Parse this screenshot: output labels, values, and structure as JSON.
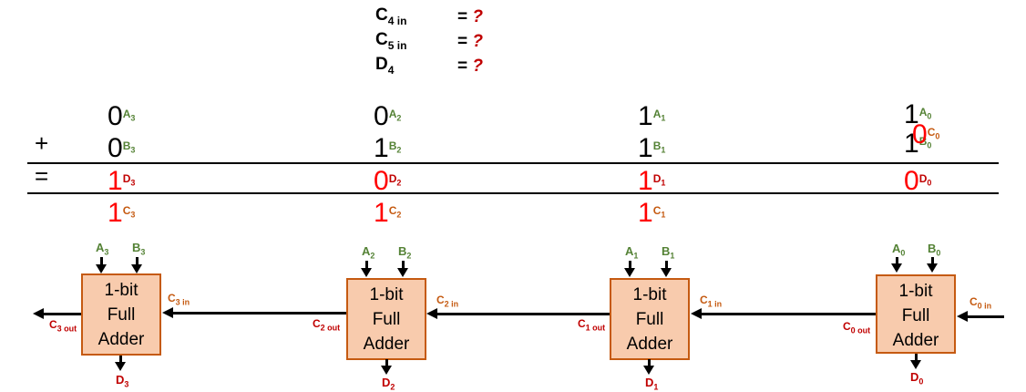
{
  "questions": [
    {
      "base": "C",
      "sub": "4 in",
      "eq": "=",
      "value": "?"
    },
    {
      "base": "C",
      "sub": "5 in",
      "eq": "=",
      "value": "?"
    },
    {
      "base": "D",
      "sub": "4",
      "eq": "=",
      "value": "?"
    }
  ],
  "operators": {
    "plus": "+",
    "equals": "="
  },
  "columns": [
    {
      "a": "0",
      "a_tag": "A",
      "a_sub": "3",
      "b": "0",
      "b_tag": "B",
      "b_sub": "3",
      "d": "1",
      "d_tag": "D",
      "d_sub": "3",
      "c": "1",
      "c_tag": "C",
      "c_sub": "3"
    },
    {
      "a": "0",
      "a_tag": "A",
      "a_sub": "2",
      "b": "1",
      "b_tag": "B",
      "b_sub": "2",
      "d": "0",
      "d_tag": "D",
      "d_sub": "2",
      "c": "1",
      "c_tag": "C",
      "c_sub": "2"
    },
    {
      "a": "1",
      "a_tag": "A",
      "a_sub": "1",
      "b": "1",
      "b_tag": "B",
      "b_sub": "1",
      "d": "1",
      "d_tag": "D",
      "d_sub": "1",
      "c": "1",
      "c_tag": "C",
      "c_sub": "1"
    },
    {
      "a": "1",
      "a_tag": "A",
      "a_sub": "0",
      "b": "1",
      "b_tag": "B",
      "b_sub": "0",
      "d": "0",
      "d_tag": "D",
      "d_sub": "0",
      "c": "0",
      "c_tag": "C",
      "c_sub": "0"
    }
  ],
  "adders": [
    {
      "line1": "1-bit",
      "line2": "Full",
      "line3": "Adder",
      "a": "A",
      "a_sub": "3",
      "b": "B",
      "b_sub": "3",
      "cin": "C",
      "cin_sub": "3 in",
      "cout": "C",
      "cout_sub": "3 out",
      "d": "D",
      "d_sub": "3"
    },
    {
      "line1": "1-bit",
      "line2": "Full",
      "line3": "Adder",
      "a": "A",
      "a_sub": "2",
      "b": "B",
      "b_sub": "2",
      "cin": "C",
      "cin_sub": "2 in",
      "cout": "C",
      "cout_sub": "2 out",
      "d": "D",
      "d_sub": "2"
    },
    {
      "line1": "1-bit",
      "line2": "Full",
      "line3": "Adder",
      "a": "A",
      "a_sub": "1",
      "b": "B",
      "b_sub": "1",
      "cin": "C",
      "cin_sub": "1 in",
      "cout": "C",
      "cout_sub": "1 out",
      "d": "D",
      "d_sub": "1"
    },
    {
      "line1": "1-bit",
      "line2": "Full",
      "line3": "Adder",
      "a": "A",
      "a_sub": "0",
      "b": "B",
      "b_sub": "0",
      "cin": "C",
      "cin_sub": "0 in",
      "cout": "C",
      "cout_sub": "0 out",
      "d": "D",
      "d_sub": "0"
    }
  ],
  "colors": {
    "input_label": "#548235",
    "output_label": "#c00000",
    "carry_label": "#c55a11",
    "result_digit": "#ff0000",
    "adder_fill": "#f8cbad",
    "adder_border": "#c55a11"
  }
}
